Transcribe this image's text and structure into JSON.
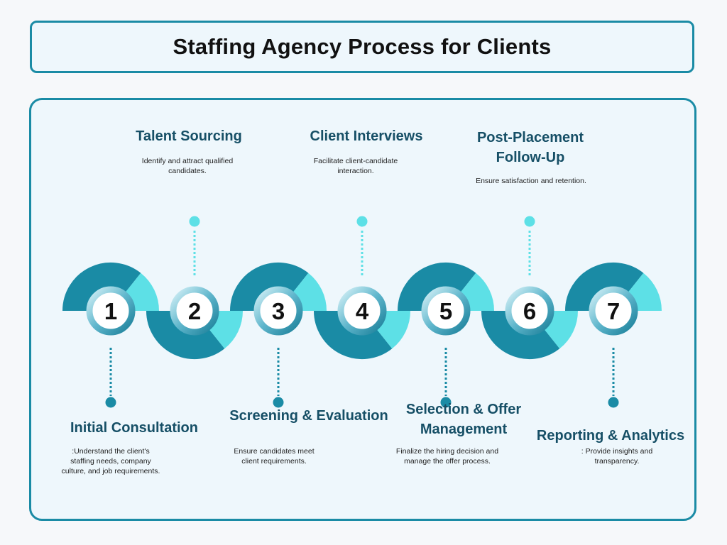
{
  "title": "Staffing Agency Process for Clients",
  "colors": {
    "dark_teal": "#1a8ba5",
    "light_teal": "#5de0e6",
    "heading": "#164f66",
    "panel_bg": "#eef7fc"
  },
  "steps": [
    {
      "number": "1",
      "title": "Initial Consultation",
      "title_line2": "",
      "description": ":Understand the client's staffing needs, company culture, and job requirements."
    },
    {
      "number": "2",
      "title": "Talent Sourcing",
      "title_line2": "",
      "description": "Identify and attract qualified candidates."
    },
    {
      "number": "3",
      "title": "Screening & Evaluation",
      "title_line2": "",
      "description": "Ensure candidates meet client requirements."
    },
    {
      "number": "4",
      "title": "Client Interviews",
      "title_line2": "",
      "description": "Facilitate client-candidate interaction."
    },
    {
      "number": "5",
      "title": "Selection & Offer",
      "title_line2": "Management",
      "description": "Finalize the hiring decision and manage the offer process."
    },
    {
      "number": "6",
      "title": "Post-Placement",
      "title_line2": "Follow-Up",
      "description": "Ensure satisfaction and retention."
    },
    {
      "number": "7",
      "title": "Reporting & Analytics",
      "title_line2": "",
      "description": ": Provide insights and transparency."
    }
  ]
}
